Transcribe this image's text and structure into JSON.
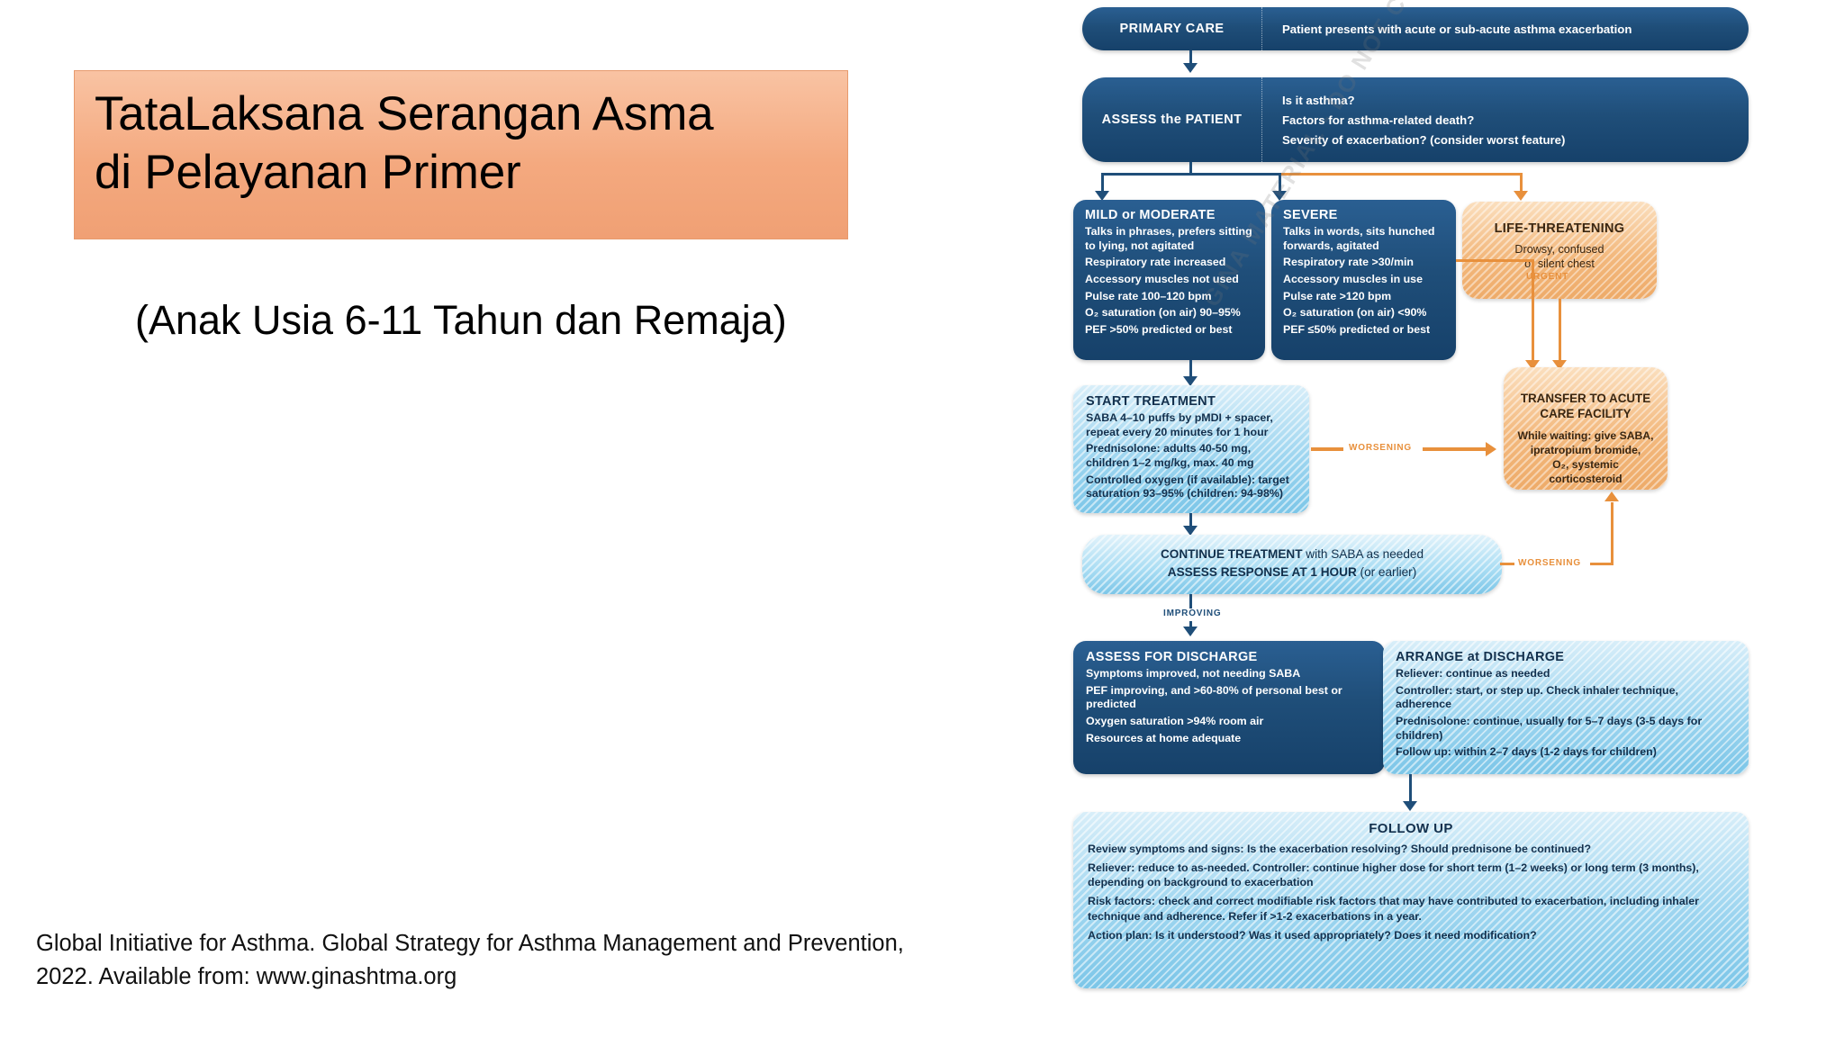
{
  "slide": {
    "title_lines": [
      "TataLaksana Serangan Asma",
      "di Pelayanan Primer"
    ],
    "subtitle": "(Anak Usia 6-11 Tahun dan Remaja)",
    "citation": "Global Initiative for Asthma. Global Strategy for Asthma Management and Prevention, 2022. Available from: www.ginashtma.org",
    "title_box_color": "#f4a97f",
    "watermark": "GINA MATERIAL - DO NOT COPY OR DISTRIBUTE"
  },
  "flowchart": {
    "primary_care": {
      "label": "PRIMARY CARE",
      "text": "Patient presents with acute or sub-acute asthma exacerbation"
    },
    "assess_patient": {
      "label": "ASSESS the PATIENT",
      "items": [
        "Is it asthma?",
        "Factors for asthma-related death?",
        "Severity of exacerbation? (consider worst feature)"
      ]
    },
    "mild_moderate": {
      "title": "MILD or MODERATE",
      "items": [
        "Talks in phrases, prefers sitting to lying, not agitated",
        "Respiratory rate increased",
        "Accessory muscles not used",
        "Pulse rate 100–120 bpm",
        "O₂ saturation (on air) 90–95%",
        "PEF >50% predicted or best"
      ]
    },
    "severe": {
      "title": "SEVERE",
      "items": [
        "Talks in words, sits hunched forwards, agitated",
        "Respiratory rate >30/min",
        "Accessory muscles in use",
        "Pulse rate >120 bpm",
        "O₂ saturation (on air) <90%",
        "PEF ≤50% predicted or best"
      ]
    },
    "life_threatening": {
      "title": "LIFE-THREATENING",
      "items": [
        "Drowsy, confused",
        "or silent chest"
      ]
    },
    "start_treatment": {
      "title": "START TREATMENT",
      "items": [
        "SABA 4–10 puffs by pMDI + spacer, repeat every 20 minutes for 1 hour",
        "Prednisolone: adults 40-50 mg, children 1–2 mg/kg, max. 40 mg",
        "Controlled oxygen (if available): target saturation 93–95% (children: 94-98%)"
      ]
    },
    "transfer": {
      "title_line1": "TRANSFER TO ACUTE",
      "title_line2": "CARE FACILITY",
      "items": [
        "While waiting: give SABA,",
        "ipratropium bromide,",
        "O₂, systemic corticosteroid"
      ]
    },
    "continue_treatment": {
      "line1_bold": "CONTINUE TREATMENT",
      "line1_rest": " with SABA as needed",
      "line2_bold": "ASSESS RESPONSE AT 1 HOUR",
      "line2_rest": " (or earlier)"
    },
    "assess_discharge": {
      "title": "ASSESS FOR DISCHARGE",
      "items": [
        "Symptoms improved, not needing SABA",
        "PEF improving, and >60-80% of personal best or predicted",
        "Oxygen saturation >94% room air",
        "Resources at home adequate"
      ]
    },
    "arrange_discharge": {
      "title": "ARRANGE at DISCHARGE",
      "items": [
        "Reliever: continue as needed",
        "Controller: start, or step up. Check inhaler technique, adherence",
        "Prednisolone: continue, usually for 5–7 days (3-5 days for children)",
        "Follow up: within 2–7 days (1-2 days for children)"
      ]
    },
    "follow_up": {
      "title": "FOLLOW UP",
      "items": [
        "Review symptoms and signs: Is the exacerbation resolving? Should prednisone be continued?",
        "Reliever: reduce to as-needed. Controller: continue higher dose for short term (1–2 weeks) or long term (3 months), depending on background to exacerbation",
        "Risk factors: check and correct modifiable risk factors that may have contributed to exacerbation, including inhaler technique and adherence. Refer if >1-2 exacerbations in a year.",
        "Action plan: Is it understood? Was it used appropriately? Does it need modification?"
      ]
    },
    "connectors": {
      "urgent": "URGENT",
      "worsening_1": "WORSENING",
      "worsening_2": "WORSENING",
      "improving": "IMPROVING"
    },
    "colors": {
      "dark_blue": "#1f4e79",
      "light_blue": "#9fd6f0",
      "orange": "#f3b97e",
      "arrow_orange": "#e8903c"
    }
  }
}
